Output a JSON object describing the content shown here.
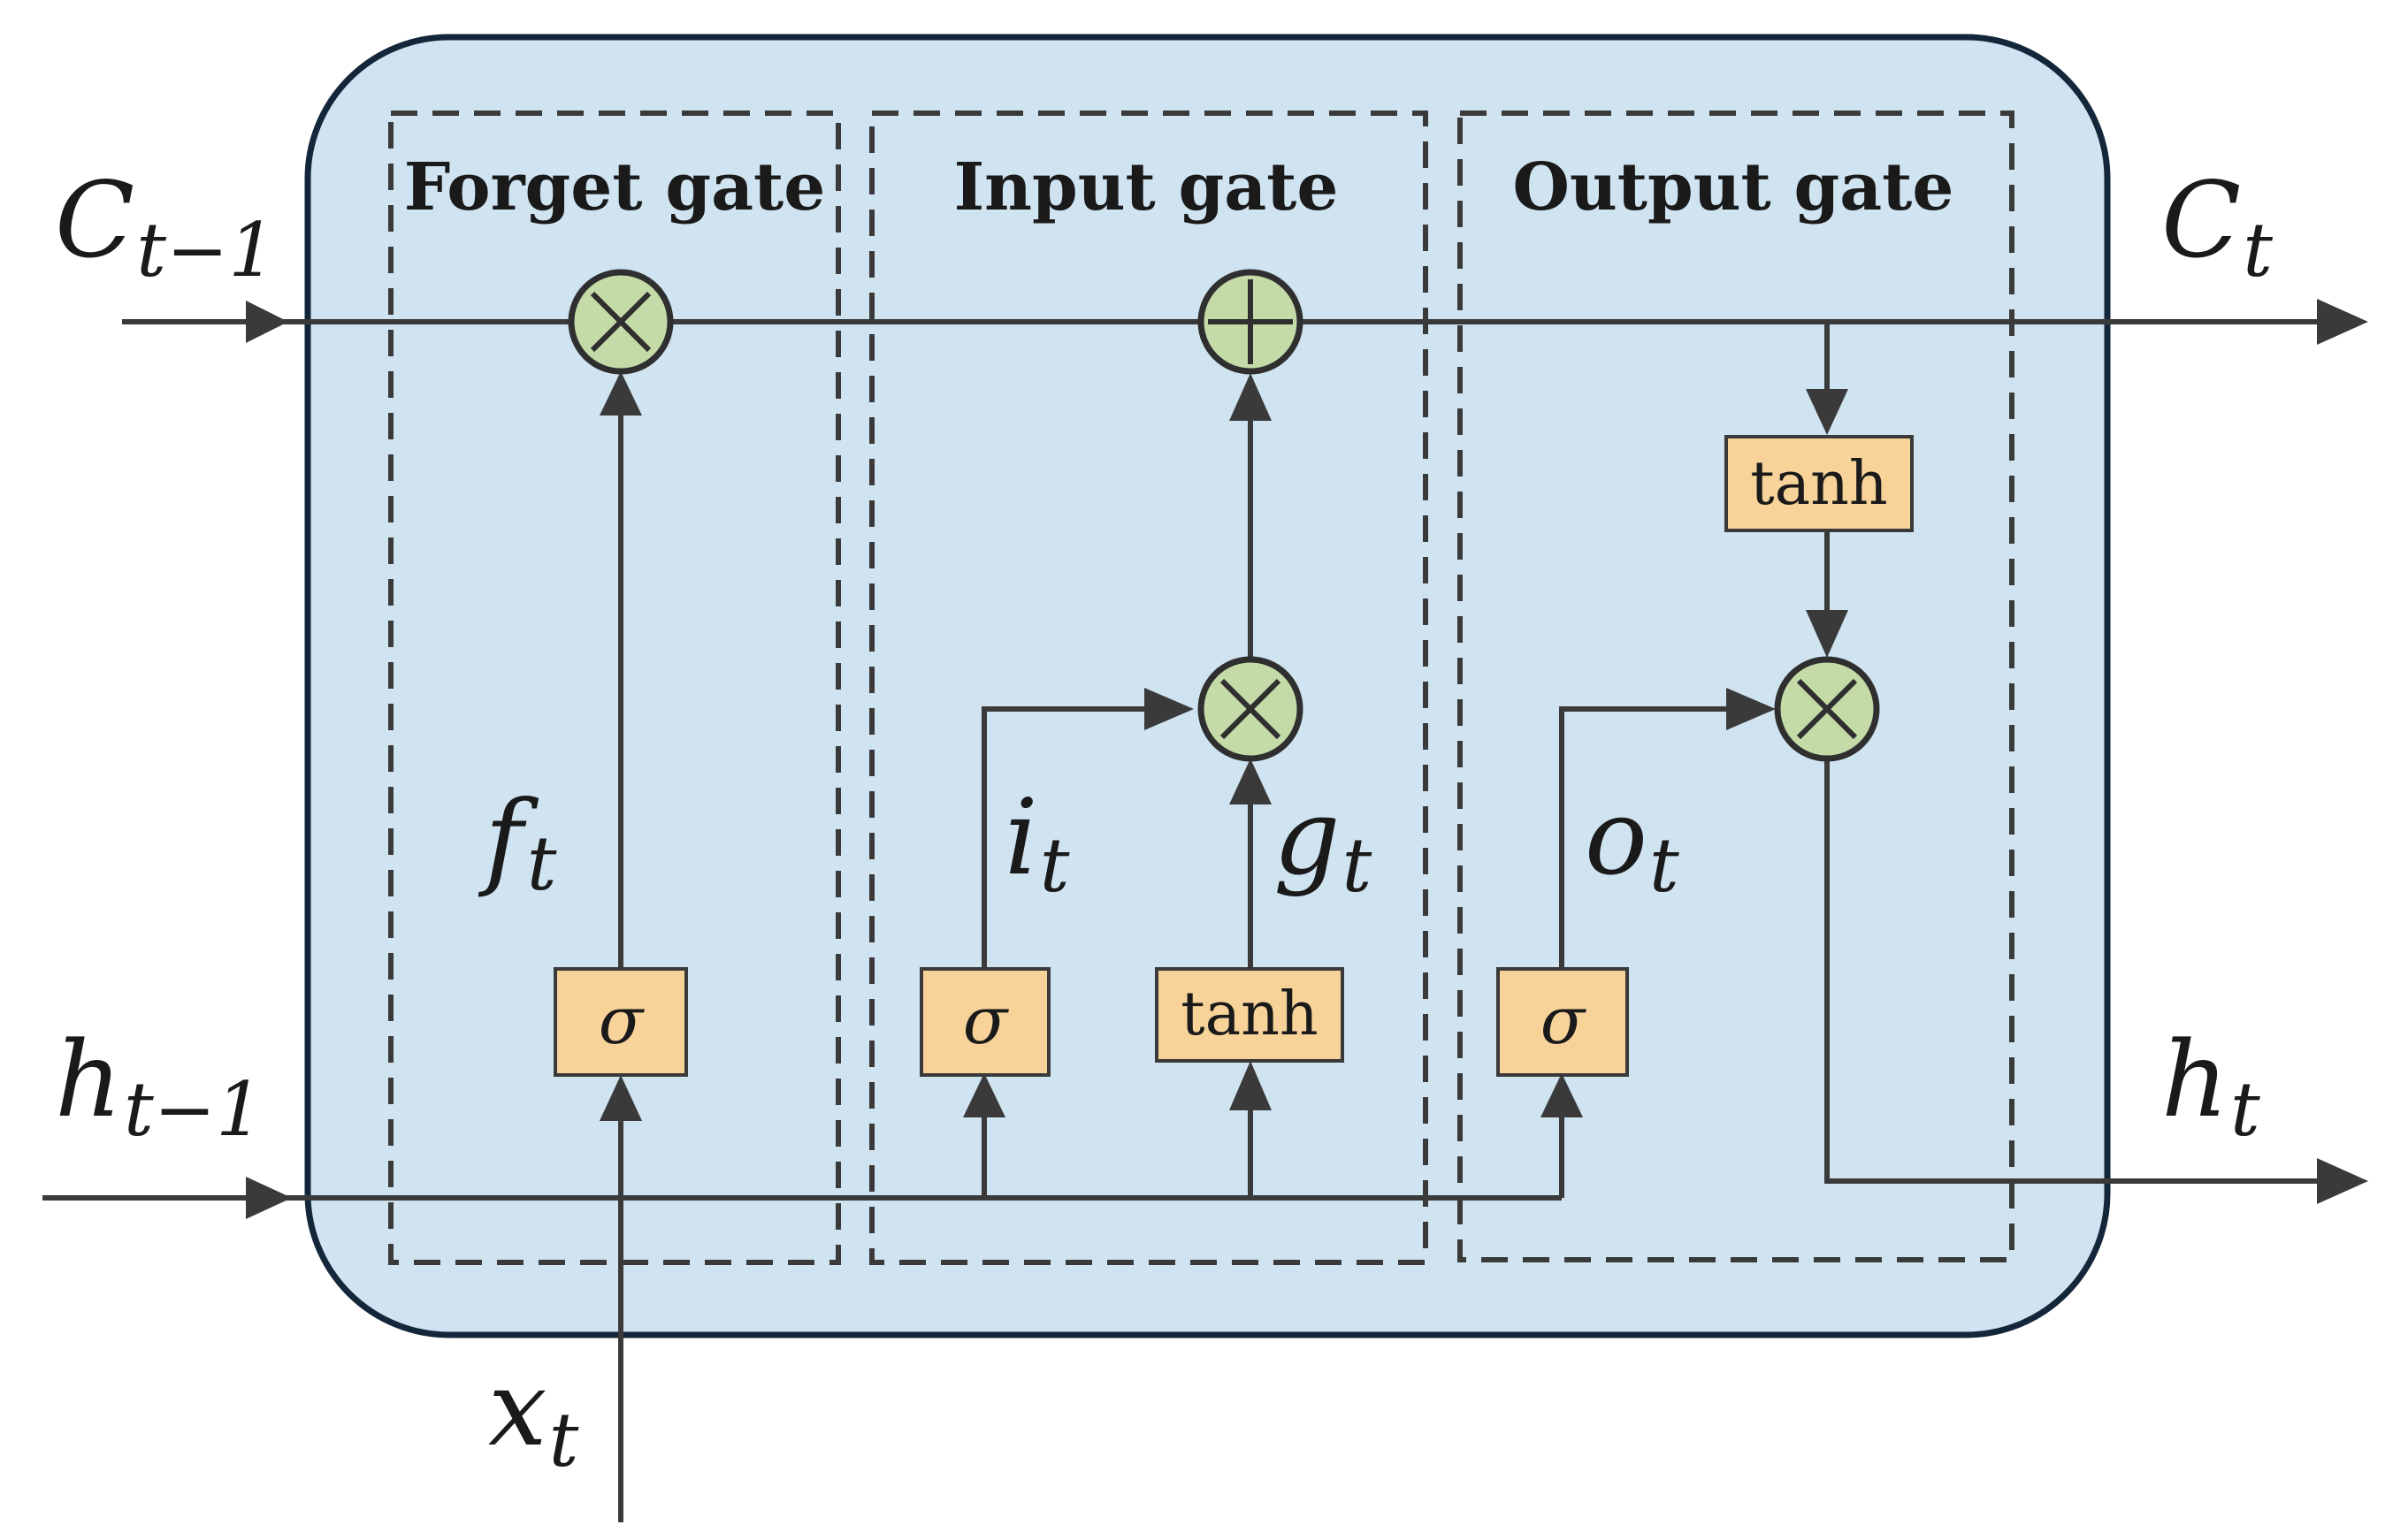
{
  "cell": {
    "background_color": "#cfe3f1",
    "border_color": "#14273a"
  },
  "gates": [
    {
      "id": "forget",
      "title": "Forget gate"
    },
    {
      "id": "input",
      "title": "Input gate"
    },
    {
      "id": "output",
      "title": "Output gate"
    }
  ],
  "io_labels": {
    "c_prev": {
      "main": "C",
      "sub": "t−1"
    },
    "c_next": {
      "main": "C",
      "sub": "t"
    },
    "h_prev": {
      "main": "h",
      "sub": "t−1"
    },
    "h_next": {
      "main": "h",
      "sub": "t"
    },
    "x_in": {
      "main": "x",
      "sub": "t"
    }
  },
  "signal_labels": {
    "f": {
      "main": "f",
      "sub": "t"
    },
    "i": {
      "main": "i",
      "sub": "t"
    },
    "g": {
      "main": "g",
      "sub": "t"
    },
    "o": {
      "main": "o",
      "sub": "t"
    }
  },
  "activations": {
    "forget_sigma": "σ",
    "input_sigma": "σ",
    "input_tanh": "tanh",
    "output_sigma": "σ",
    "cell_tanh": "tanh"
  },
  "operations": [
    {
      "id": "forget-multiply",
      "op": "multiply",
      "icon": "multiply-icon"
    },
    {
      "id": "cell-add",
      "op": "add",
      "icon": "plus-icon"
    },
    {
      "id": "input-multiply",
      "op": "multiply",
      "icon": "multiply-icon"
    },
    {
      "id": "output-multiply",
      "op": "multiply",
      "icon": "multiply-icon"
    }
  ],
  "colors": {
    "activation_fill": "#f7d39a",
    "operation_fill": "#c4dba8",
    "wire": "#3a3a3a"
  }
}
